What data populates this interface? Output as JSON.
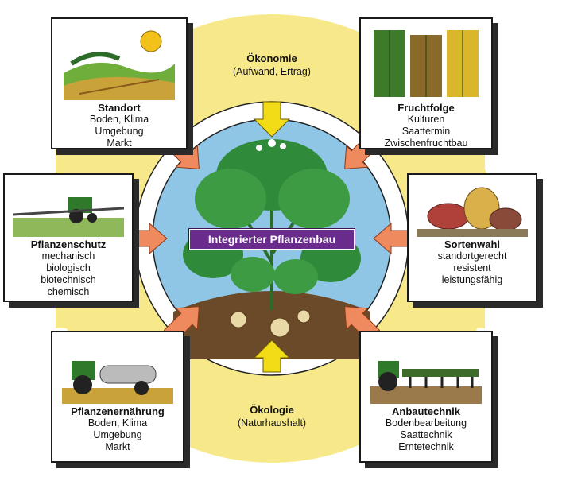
{
  "center_label": "Integrierter Pflanzenbau",
  "top_axis": {
    "title": "Ökonomie",
    "subtitle": "(Aufwand, Ertrag)"
  },
  "bottom_axis": {
    "title": "Ökologie",
    "subtitle": "(Naturhaushalt)"
  },
  "boxes": {
    "standort": {
      "title": "Standort",
      "lines": [
        "Boden, Klima",
        "Umgebung",
        "Markt"
      ]
    },
    "fruchtfolge": {
      "title": "Fruchtfolge",
      "lines": [
        "Kulturen",
        "Saattermin",
        "Zwischenfruchtbau"
      ]
    },
    "pflanzenschutz": {
      "title": "Pflanzenschutz",
      "lines": [
        "mechanisch",
        "biologisch",
        "biotechnisch",
        "chemisch"
      ]
    },
    "sortenwahl": {
      "title": "Sortenwahl",
      "lines": [
        "standortgerecht",
        "resistent",
        "leistungsfähig"
      ]
    },
    "pflanzenernaehrung": {
      "title": "Pflanzenernährung",
      "lines": [
        "Boden, Klima",
        "Umgebung",
        "Markt"
      ]
    },
    "anbautechnik": {
      "title": "Anbautechnik",
      "lines": [
        "Bodenbearbeitung",
        "Saattechnik",
        "Erntetechnik"
      ]
    }
  },
  "colors": {
    "ring_yellow": "#f7e98a",
    "circle_blue": "#8fc6e6",
    "arrow_salmon": "#ef8a5e",
    "arrow_yellow": "#f2dc17",
    "label_purple": "#6a2c8c",
    "plant_green": "#2f8a3a",
    "soil_brown": "#6b4a2a"
  },
  "icons": {
    "standort": "landscape-sun-icon",
    "fruchtfolge": "crop-rows-icon",
    "pflanzenschutz": "field-sprayer-tractor-icon",
    "sortenwahl": "potato-tubers-icon",
    "pflanzenernaehrung": "fertilizer-spreader-tractor-icon",
    "anbautechnik": "planter-machine-icon",
    "center": "potato-plant-icon"
  }
}
